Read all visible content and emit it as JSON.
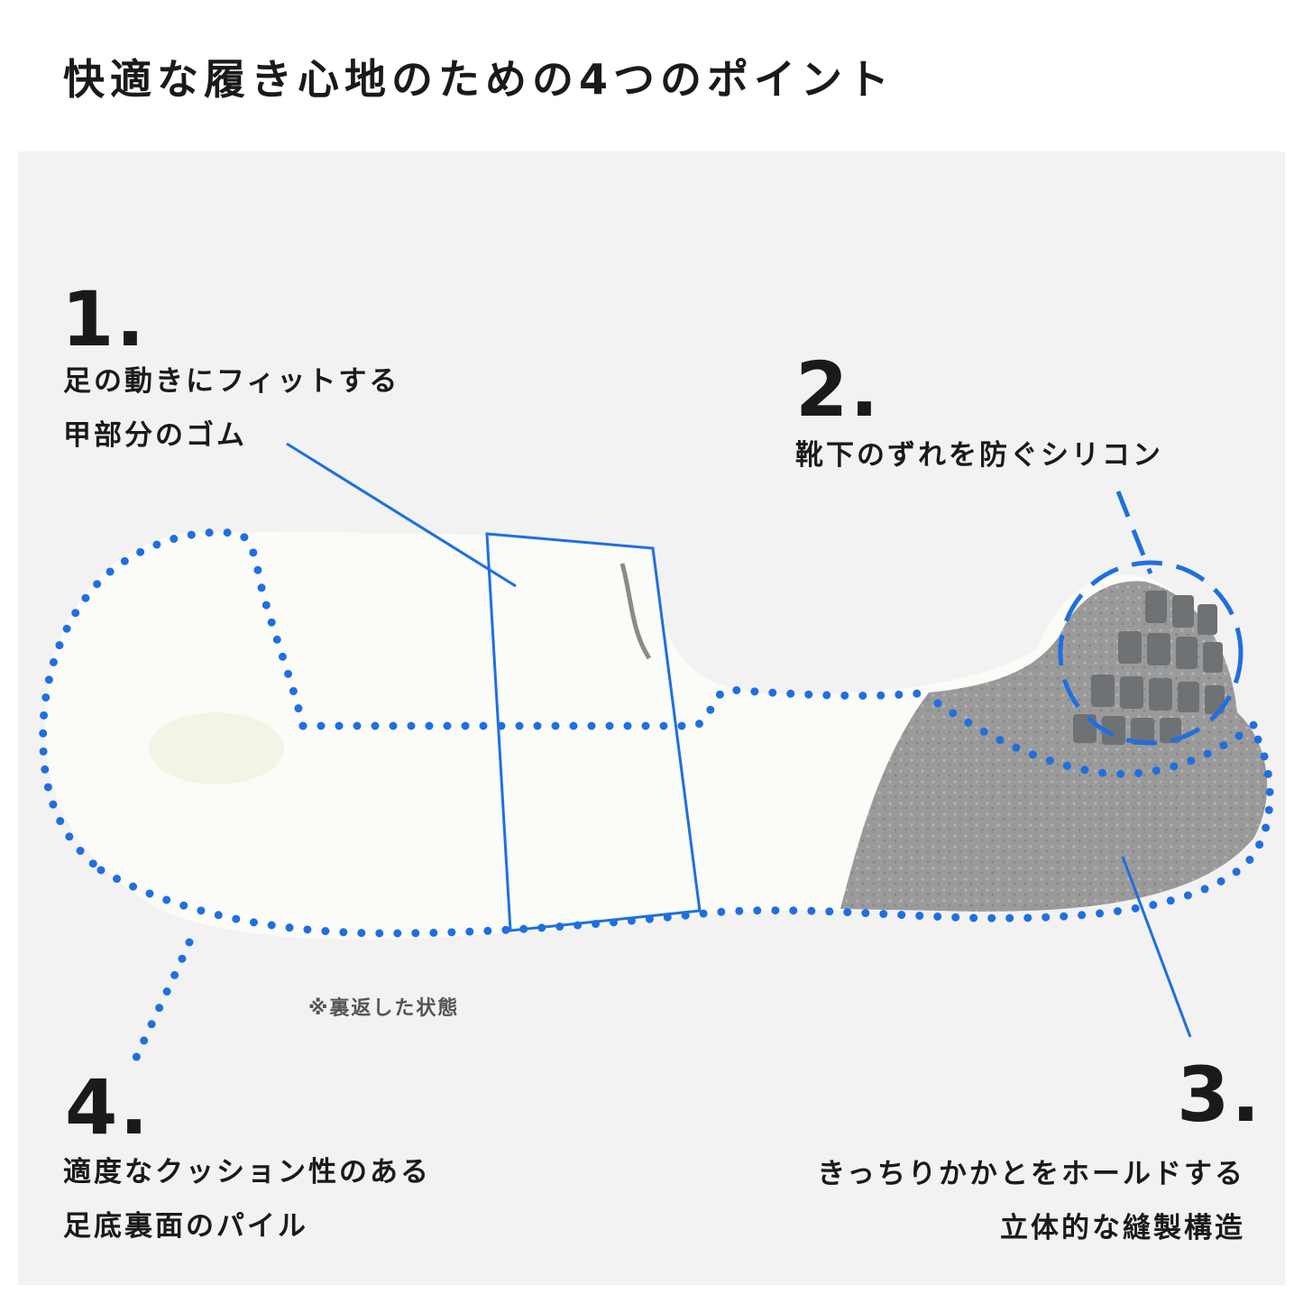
{
  "title": "快適な履き心地のための4つのポイント",
  "colors": {
    "accent_blue": "#1f6fe0",
    "panel_bg": "#f2f2f2",
    "sock_white": "#fbfbf8",
    "sock_gray": "#9c9c9c",
    "silicone_gray": "#6f7274"
  },
  "points": [
    {
      "number": "1.",
      "lines": [
        "足の動きにフィットする",
        "甲部分のゴム"
      ]
    },
    {
      "number": "2.",
      "lines": [
        "靴下のずれを防ぐシリコン"
      ]
    },
    {
      "number": "3.",
      "lines": [
        "きっちりかかとをホールドする",
        "立体的な縫製構造"
      ]
    },
    {
      "number": "4.",
      "lines": [
        "適度なクッション性のある",
        "足底裏面のパイル"
      ]
    }
  ],
  "note": "※裏返した状態"
}
